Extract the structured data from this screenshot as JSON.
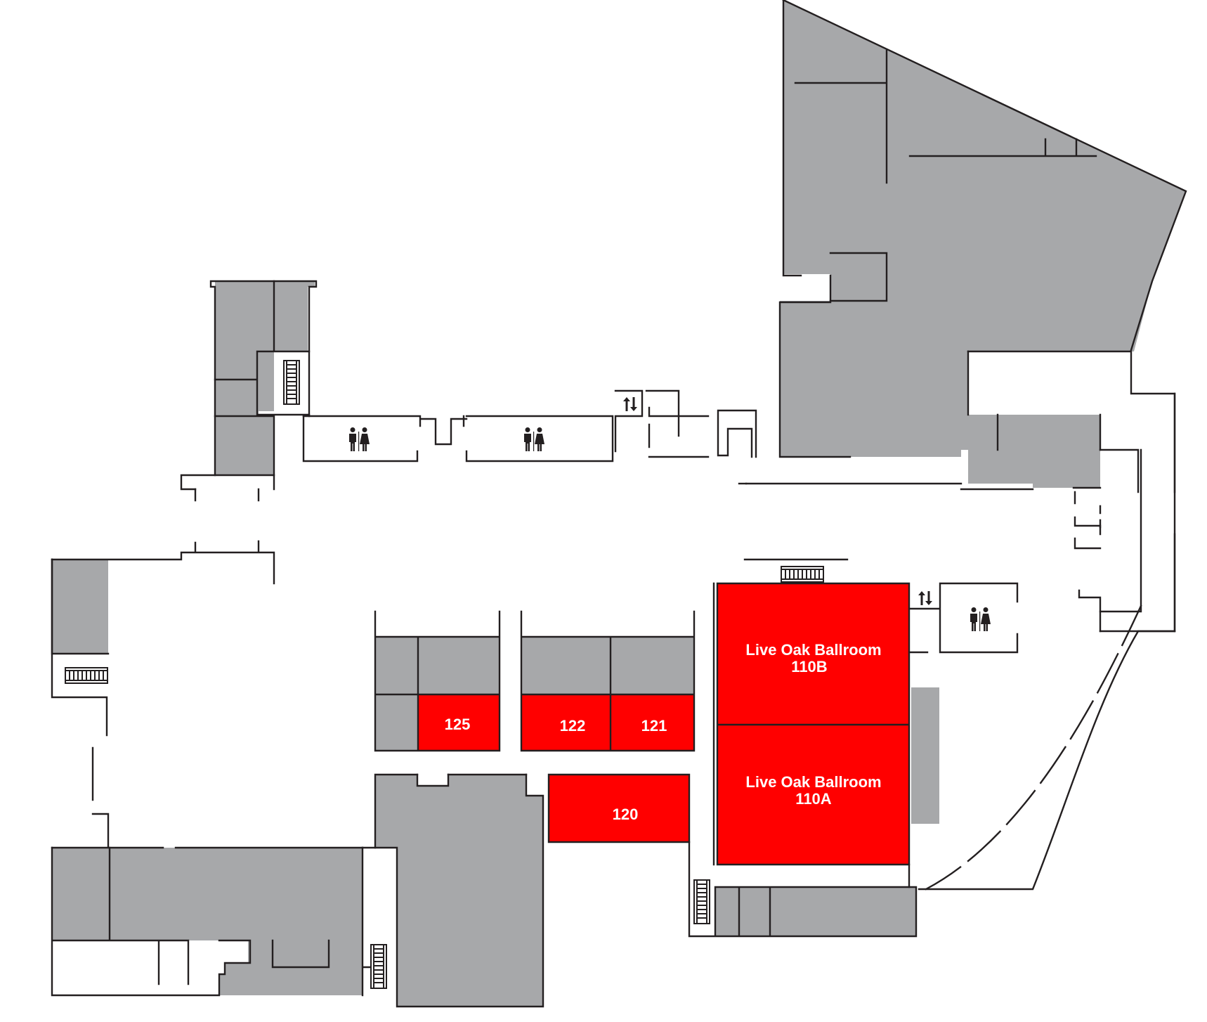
{
  "map": {
    "rooms": [
      {
        "id": "live-oak-110b",
        "name": "Live Oak Ballroom",
        "number": "110B",
        "highlighted": true
      },
      {
        "id": "live-oak-110a",
        "name": "Live Oak Ballroom",
        "number": "110A",
        "highlighted": true
      },
      {
        "id": "room-125",
        "number": "125",
        "highlighted": true
      },
      {
        "id": "room-122",
        "number": "122",
        "highlighted": true
      },
      {
        "id": "room-121",
        "number": "121",
        "highlighted": true
      },
      {
        "id": "room-120",
        "number": "120",
        "highlighted": true
      }
    ],
    "amenities": [
      "restroom-icon",
      "elevator-icon",
      "stairs-icon"
    ],
    "colors": {
      "highlight_room": "#ff0000",
      "service_area": "#a7a8aa",
      "wall": "#231f20",
      "background": "#ffffff",
      "label_text": "#ffffff"
    }
  }
}
